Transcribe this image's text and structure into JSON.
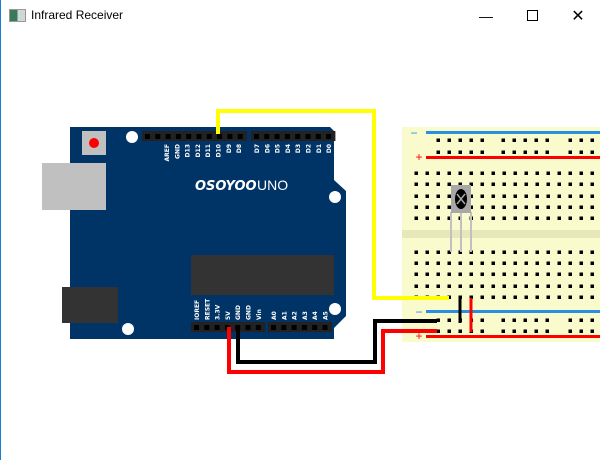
{
  "window": {
    "title": "Infrared Receiver",
    "minimize_icon": "minimize-icon",
    "maximize_icon": "maximize-icon",
    "close_icon": "close-icon"
  },
  "board": {
    "brand": "OSOYOO",
    "model": "UNO",
    "top_pins_left": [
      "AREF",
      "GND",
      "D13",
      "D12",
      "D11",
      "D10",
      "D9",
      "D8"
    ],
    "top_pins_right": [
      "D7",
      "D6",
      "D5",
      "D4",
      "D3",
      "D2",
      "D1",
      "D0"
    ],
    "bottom_pins_power": [
      "IOREF",
      "RESET",
      "3.3V",
      "5V",
      "GND",
      "GND",
      "Vin"
    ],
    "bottom_pins_analog": [
      "A0",
      "A1",
      "A2",
      "A3",
      "A4",
      "A5"
    ]
  },
  "breadboard": {
    "minus_label": "−",
    "plus_label": "+"
  },
  "colors": {
    "board": "#003366",
    "breadboard": "#f9fbcc",
    "signal_wire": "#ffff00",
    "ground_wire": "#000000",
    "power_wire": "#ff0000",
    "rail_minus": "#2a8fe0",
    "rail_plus": "#ff0000"
  }
}
